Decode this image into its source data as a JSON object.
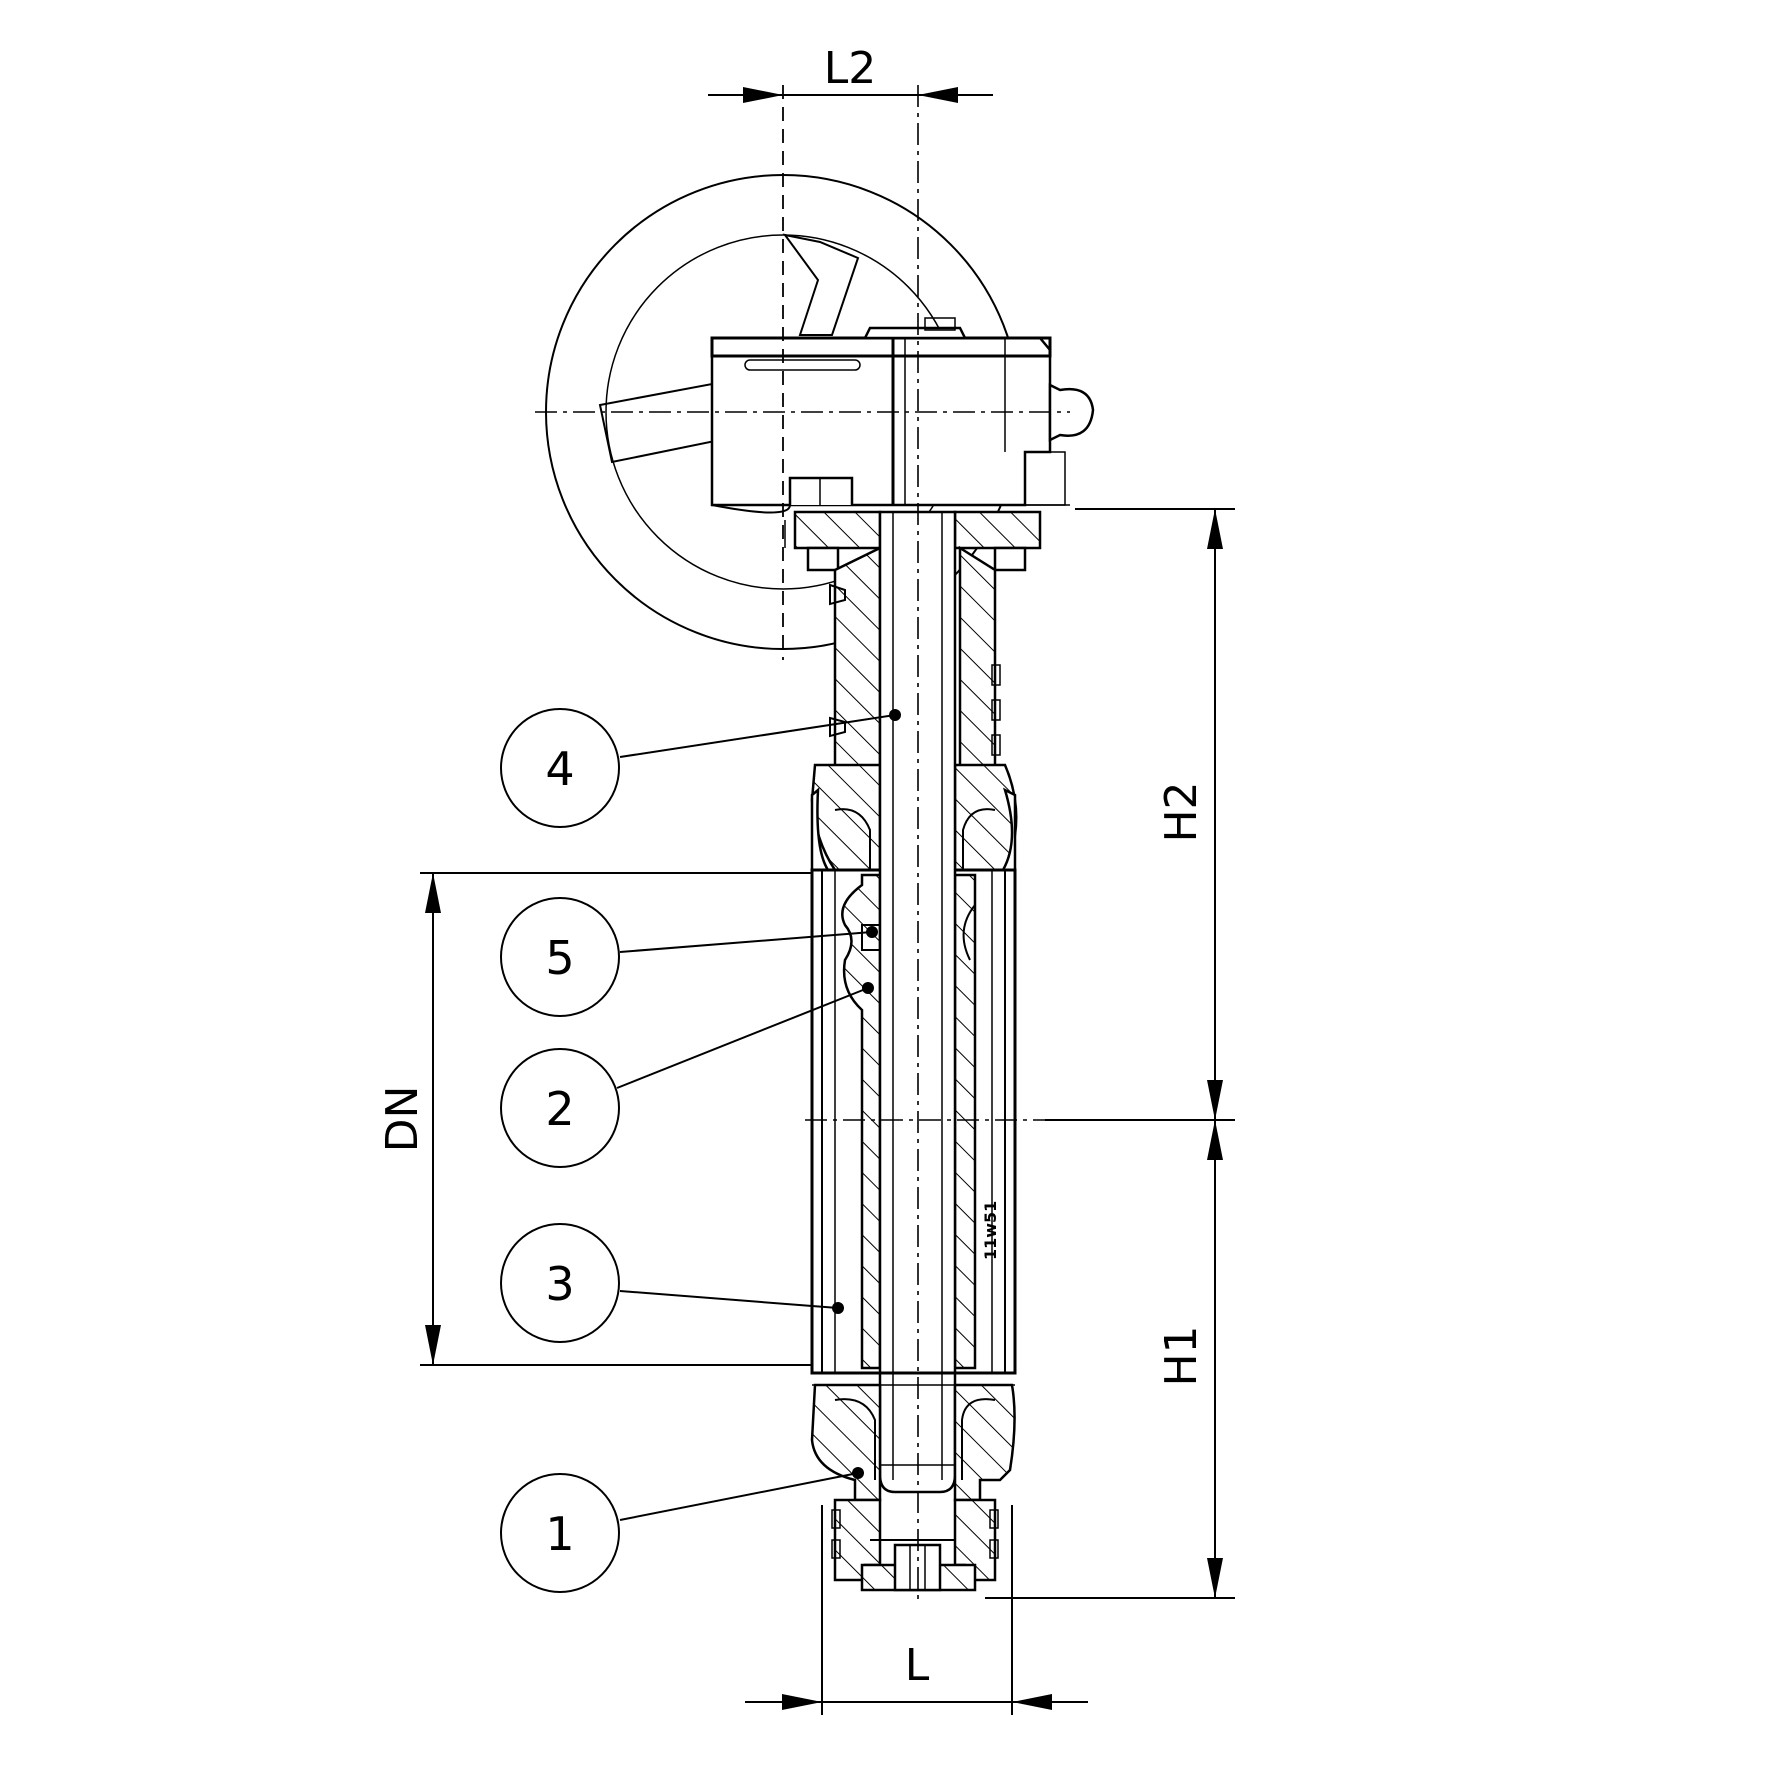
{
  "dimensions": {
    "l2": "L2",
    "h2": "H2",
    "h1": "H1",
    "dn": "DN",
    "l": "L"
  },
  "balloons": [
    "4",
    "5",
    "2",
    "3",
    "1"
  ],
  "engraving": "11w51"
}
